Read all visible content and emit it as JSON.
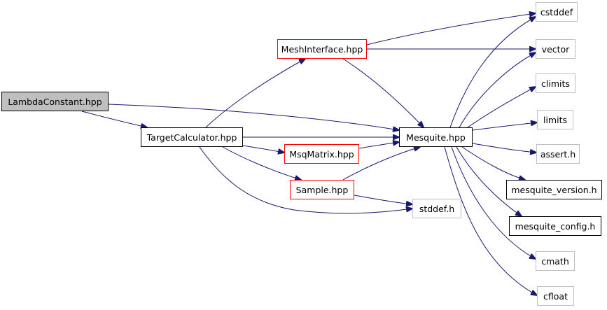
{
  "colors": {
    "edge": "#191970",
    "node_border_documented": "#000000",
    "node_border_incomplete": "#ff0000",
    "node_border_external": "#bfbfbf",
    "root_fill": "#bfbfbf"
  },
  "nodes": [
    {
      "id": "lambda_constant",
      "label": "LambdaConstant.hpp",
      "kind": "root"
    },
    {
      "id": "target_calculator",
      "label": "TargetCalculator.hpp",
      "kind": "doc"
    },
    {
      "id": "mesh_interface",
      "label": "MeshInterface.hpp",
      "kind": "red"
    },
    {
      "id": "msq_matrix",
      "label": "MsqMatrix.hpp",
      "kind": "red"
    },
    {
      "id": "sample",
      "label": "Sample.hpp",
      "kind": "red"
    },
    {
      "id": "mesquite",
      "label": "Mesquite.hpp",
      "kind": "doc"
    },
    {
      "id": "stddef",
      "label": "stddef.h",
      "kind": "gray"
    },
    {
      "id": "cstddef",
      "label": "cstddef",
      "kind": "gray"
    },
    {
      "id": "vector",
      "label": "vector",
      "kind": "gray"
    },
    {
      "id": "climits",
      "label": "climits",
      "kind": "gray"
    },
    {
      "id": "limits",
      "label": "limits",
      "kind": "gray"
    },
    {
      "id": "assert",
      "label": "assert.h",
      "kind": "gray"
    },
    {
      "id": "mesquite_version",
      "label": "mesquite_version.h",
      "kind": "doc"
    },
    {
      "id": "mesquite_config",
      "label": "mesquite_config.h",
      "kind": "doc"
    },
    {
      "id": "cmath",
      "label": "cmath",
      "kind": "gray"
    },
    {
      "id": "cfloat",
      "label": "cfloat",
      "kind": "gray"
    }
  ],
  "edges": [
    {
      "from": "lambda_constant",
      "to": "target_calculator"
    },
    {
      "from": "lambda_constant",
      "to": "mesquite"
    },
    {
      "from": "target_calculator",
      "to": "mesh_interface"
    },
    {
      "from": "target_calculator",
      "to": "mesquite"
    },
    {
      "from": "target_calculator",
      "to": "msq_matrix"
    },
    {
      "from": "target_calculator",
      "to": "sample"
    },
    {
      "from": "target_calculator",
      "to": "stddef"
    },
    {
      "from": "mesh_interface",
      "to": "cstddef"
    },
    {
      "from": "mesh_interface",
      "to": "vector"
    },
    {
      "from": "mesh_interface",
      "to": "mesquite"
    },
    {
      "from": "msq_matrix",
      "to": "mesquite"
    },
    {
      "from": "sample",
      "to": "mesquite"
    },
    {
      "from": "sample",
      "to": "stddef"
    },
    {
      "from": "mesquite",
      "to": "cstddef"
    },
    {
      "from": "mesquite",
      "to": "vector"
    },
    {
      "from": "mesquite",
      "to": "climits"
    },
    {
      "from": "mesquite",
      "to": "limits"
    },
    {
      "from": "mesquite",
      "to": "assert"
    },
    {
      "from": "mesquite",
      "to": "mesquite_version"
    },
    {
      "from": "mesquite",
      "to": "mesquite_config"
    },
    {
      "from": "mesquite",
      "to": "cmath"
    },
    {
      "from": "mesquite",
      "to": "cfloat"
    }
  ]
}
